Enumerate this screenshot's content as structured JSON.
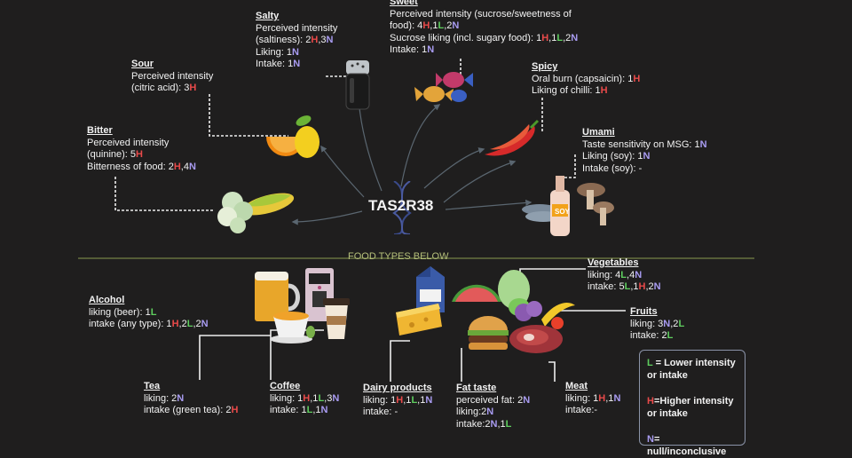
{
  "colors": {
    "background": "#1f1e1e",
    "H": "#e84a4a",
    "L": "#5fcf5f",
    "N": "#a99cf2",
    "text": "#f2f2f2",
    "divider": "#8a9a50"
  },
  "center_label": "TAS2R38",
  "divider_label": "FOOD TYPES BELOW",
  "tastes": {
    "salty": {
      "title": "Salty",
      "lines": [
        [
          {
            "t": "Perceived intensity"
          }
        ],
        [
          {
            "t": "(saltiness): "
          },
          {
            "t": "2"
          },
          {
            "t": "H",
            "c": "H"
          },
          {
            "t": ",3"
          },
          {
            "t": "N",
            "c": "N"
          }
        ],
        [
          {
            "t": "Liking: 1"
          },
          {
            "t": "N",
            "c": "N"
          }
        ],
        [
          {
            "t": "Intake: 1"
          },
          {
            "t": "N",
            "c": "N"
          }
        ]
      ]
    },
    "sweet": {
      "title": "Sweet",
      "lines": [
        [
          {
            "t": "Perceived intensity (sucrose/sweetness of"
          }
        ],
        [
          {
            "t": "food): 4"
          },
          {
            "t": "H",
            "c": "H"
          },
          {
            "t": ",1"
          },
          {
            "t": "L",
            "c": "L"
          },
          {
            "t": ",2"
          },
          {
            "t": "N",
            "c": "N"
          }
        ],
        [
          {
            "t": "Sucrose liking (incl. sugary food): 1"
          },
          {
            "t": "H",
            "c": "H"
          },
          {
            "t": ",1"
          },
          {
            "t": "L",
            "c": "L"
          },
          {
            "t": ",2"
          },
          {
            "t": "N",
            "c": "N"
          }
        ],
        [
          {
            "t": "Intake: 1"
          },
          {
            "t": "N",
            "c": "N"
          }
        ]
      ]
    },
    "sour": {
      "title": "Sour",
      "lines": [
        [
          {
            "t": "Perceived intensity"
          }
        ],
        [
          {
            "t": "(citric acid): 3"
          },
          {
            "t": "H",
            "c": "H"
          }
        ]
      ]
    },
    "spicy": {
      "title": "Spicy",
      "lines": [
        [
          {
            "t": "Oral burn (capsaicin): 1"
          },
          {
            "t": "H",
            "c": "H"
          }
        ],
        [
          {
            "t": "Liking of chilli: 1"
          },
          {
            "t": "H",
            "c": "H"
          }
        ]
      ]
    },
    "bitter": {
      "title": "Bitter",
      "lines": [
        [
          {
            "t": "Perceived intensity"
          }
        ],
        [
          {
            "t": "(quinine): 5"
          },
          {
            "t": "H",
            "c": "H"
          }
        ],
        [
          {
            "t": "Bitterness of food: 2"
          },
          {
            "t": "H",
            "c": "H"
          },
          {
            "t": ",4"
          },
          {
            "t": "N",
            "c": "N"
          }
        ]
      ]
    },
    "umami": {
      "title": "Umami",
      "lines": [
        [
          {
            "t": "Taste sensitivity on MSG: 1"
          },
          {
            "t": "N",
            "c": "N"
          }
        ],
        [
          {
            "t": "Liking (soy): 1"
          },
          {
            "t": "N",
            "c": "N"
          }
        ],
        [
          {
            "t": "Intake (soy): -"
          }
        ]
      ]
    }
  },
  "foods": {
    "alcohol": {
      "title": "Alcohol",
      "lines": [
        [
          {
            "t": "liking (beer): 1"
          },
          {
            "t": "L",
            "c": "L"
          }
        ],
        [
          {
            "t": "intake (any type): 1"
          },
          {
            "t": "H",
            "c": "H"
          },
          {
            "t": ",2"
          },
          {
            "t": "L",
            "c": "L"
          },
          {
            "t": ",2"
          },
          {
            "t": "N",
            "c": "N"
          }
        ]
      ]
    },
    "vegetables": {
      "title": "Vegetables",
      "lines": [
        [
          {
            "t": "liking: 4"
          },
          {
            "t": "L",
            "c": "L"
          },
          {
            "t": ",4"
          },
          {
            "t": "N",
            "c": "N"
          }
        ],
        [
          {
            "t": "intake: 5"
          },
          {
            "t": "L",
            "c": "L"
          },
          {
            "t": ",1"
          },
          {
            "t": "H",
            "c": "H"
          },
          {
            "t": ",2"
          },
          {
            "t": "N",
            "c": "N"
          }
        ]
      ]
    },
    "fruits": {
      "title": "Fruits",
      "lines": [
        [
          {
            "t": "liking: 3"
          },
          {
            "t": "N",
            "c": "N"
          },
          {
            "t": ",2"
          },
          {
            "t": "L",
            "c": "L"
          }
        ],
        [
          {
            "t": "intake: 2"
          },
          {
            "t": "L",
            "c": "L"
          }
        ]
      ]
    },
    "tea": {
      "title": "Tea",
      "lines": [
        [
          {
            "t": "liking: 2"
          },
          {
            "t": "N",
            "c": "N"
          }
        ],
        [
          {
            "t": "intake (green tea): 2"
          },
          {
            "t": "H",
            "c": "H"
          }
        ]
      ]
    },
    "coffee": {
      "title": "Coffee",
      "lines": [
        [
          {
            "t": "liking: 1"
          },
          {
            "t": "H",
            "c": "H"
          },
          {
            "t": ",1"
          },
          {
            "t": "L",
            "c": "L"
          },
          {
            "t": ",3"
          },
          {
            "t": "N",
            "c": "N"
          }
        ],
        [
          {
            "t": "intake: 1"
          },
          {
            "t": "L",
            "c": "L"
          },
          {
            "t": ",1"
          },
          {
            "t": "N",
            "c": "N"
          }
        ]
      ]
    },
    "dairy": {
      "title": "Dairy products",
      "lines": [
        [
          {
            "t": "liking: 1"
          },
          {
            "t": "H",
            "c": "H"
          },
          {
            "t": ",1"
          },
          {
            "t": "L",
            "c": "L"
          },
          {
            "t": ",1"
          },
          {
            "t": "N",
            "c": "N"
          }
        ],
        [
          {
            "t": "intake: -"
          }
        ]
      ]
    },
    "fat": {
      "title": "Fat taste",
      "lines": [
        [
          {
            "t": "perceived fat: 2"
          },
          {
            "t": "N",
            "c": "N"
          }
        ],
        [
          {
            "t": "liking:2"
          },
          {
            "t": "N",
            "c": "N"
          }
        ],
        [
          {
            "t": "intake:2"
          },
          {
            "t": "N",
            "c": "N"
          },
          {
            "t": ",1"
          },
          {
            "t": "L",
            "c": "L"
          }
        ]
      ]
    },
    "meat": {
      "title": "Meat",
      "lines": [
        [
          {
            "t": "liking: 1"
          },
          {
            "t": "H",
            "c": "H"
          },
          {
            "t": ",1"
          },
          {
            "t": "N",
            "c": "N"
          }
        ],
        [
          {
            "t": "intake:-"
          }
        ]
      ]
    }
  },
  "legend": [
    {
      "key": "L",
      "c": "L",
      "text": " = Lower intensity",
      "text2": "or intake"
    },
    {
      "key": "H",
      "c": "H",
      "text": "=Higher intensity",
      "text2": "or intake"
    },
    {
      "key": "N",
      "c": "N",
      "text": "= null/inconclusive",
      "text2": ""
    }
  ],
  "icons": [
    "salt-shaker-icon",
    "candy-icon",
    "lemon-orange-icon",
    "chili-pepper-icon",
    "broccoli-corn-icon",
    "soy-fish-mushroom-icon",
    "dna-helix-icon",
    "beer-mug-icon",
    "coffee-machine-icon",
    "tea-cup-icon",
    "coffee-cup-icon",
    "milk-carton-icon",
    "cheese-icon",
    "vegetables-icon",
    "fruits-icon",
    "burger-icon",
    "meat-icon"
  ]
}
